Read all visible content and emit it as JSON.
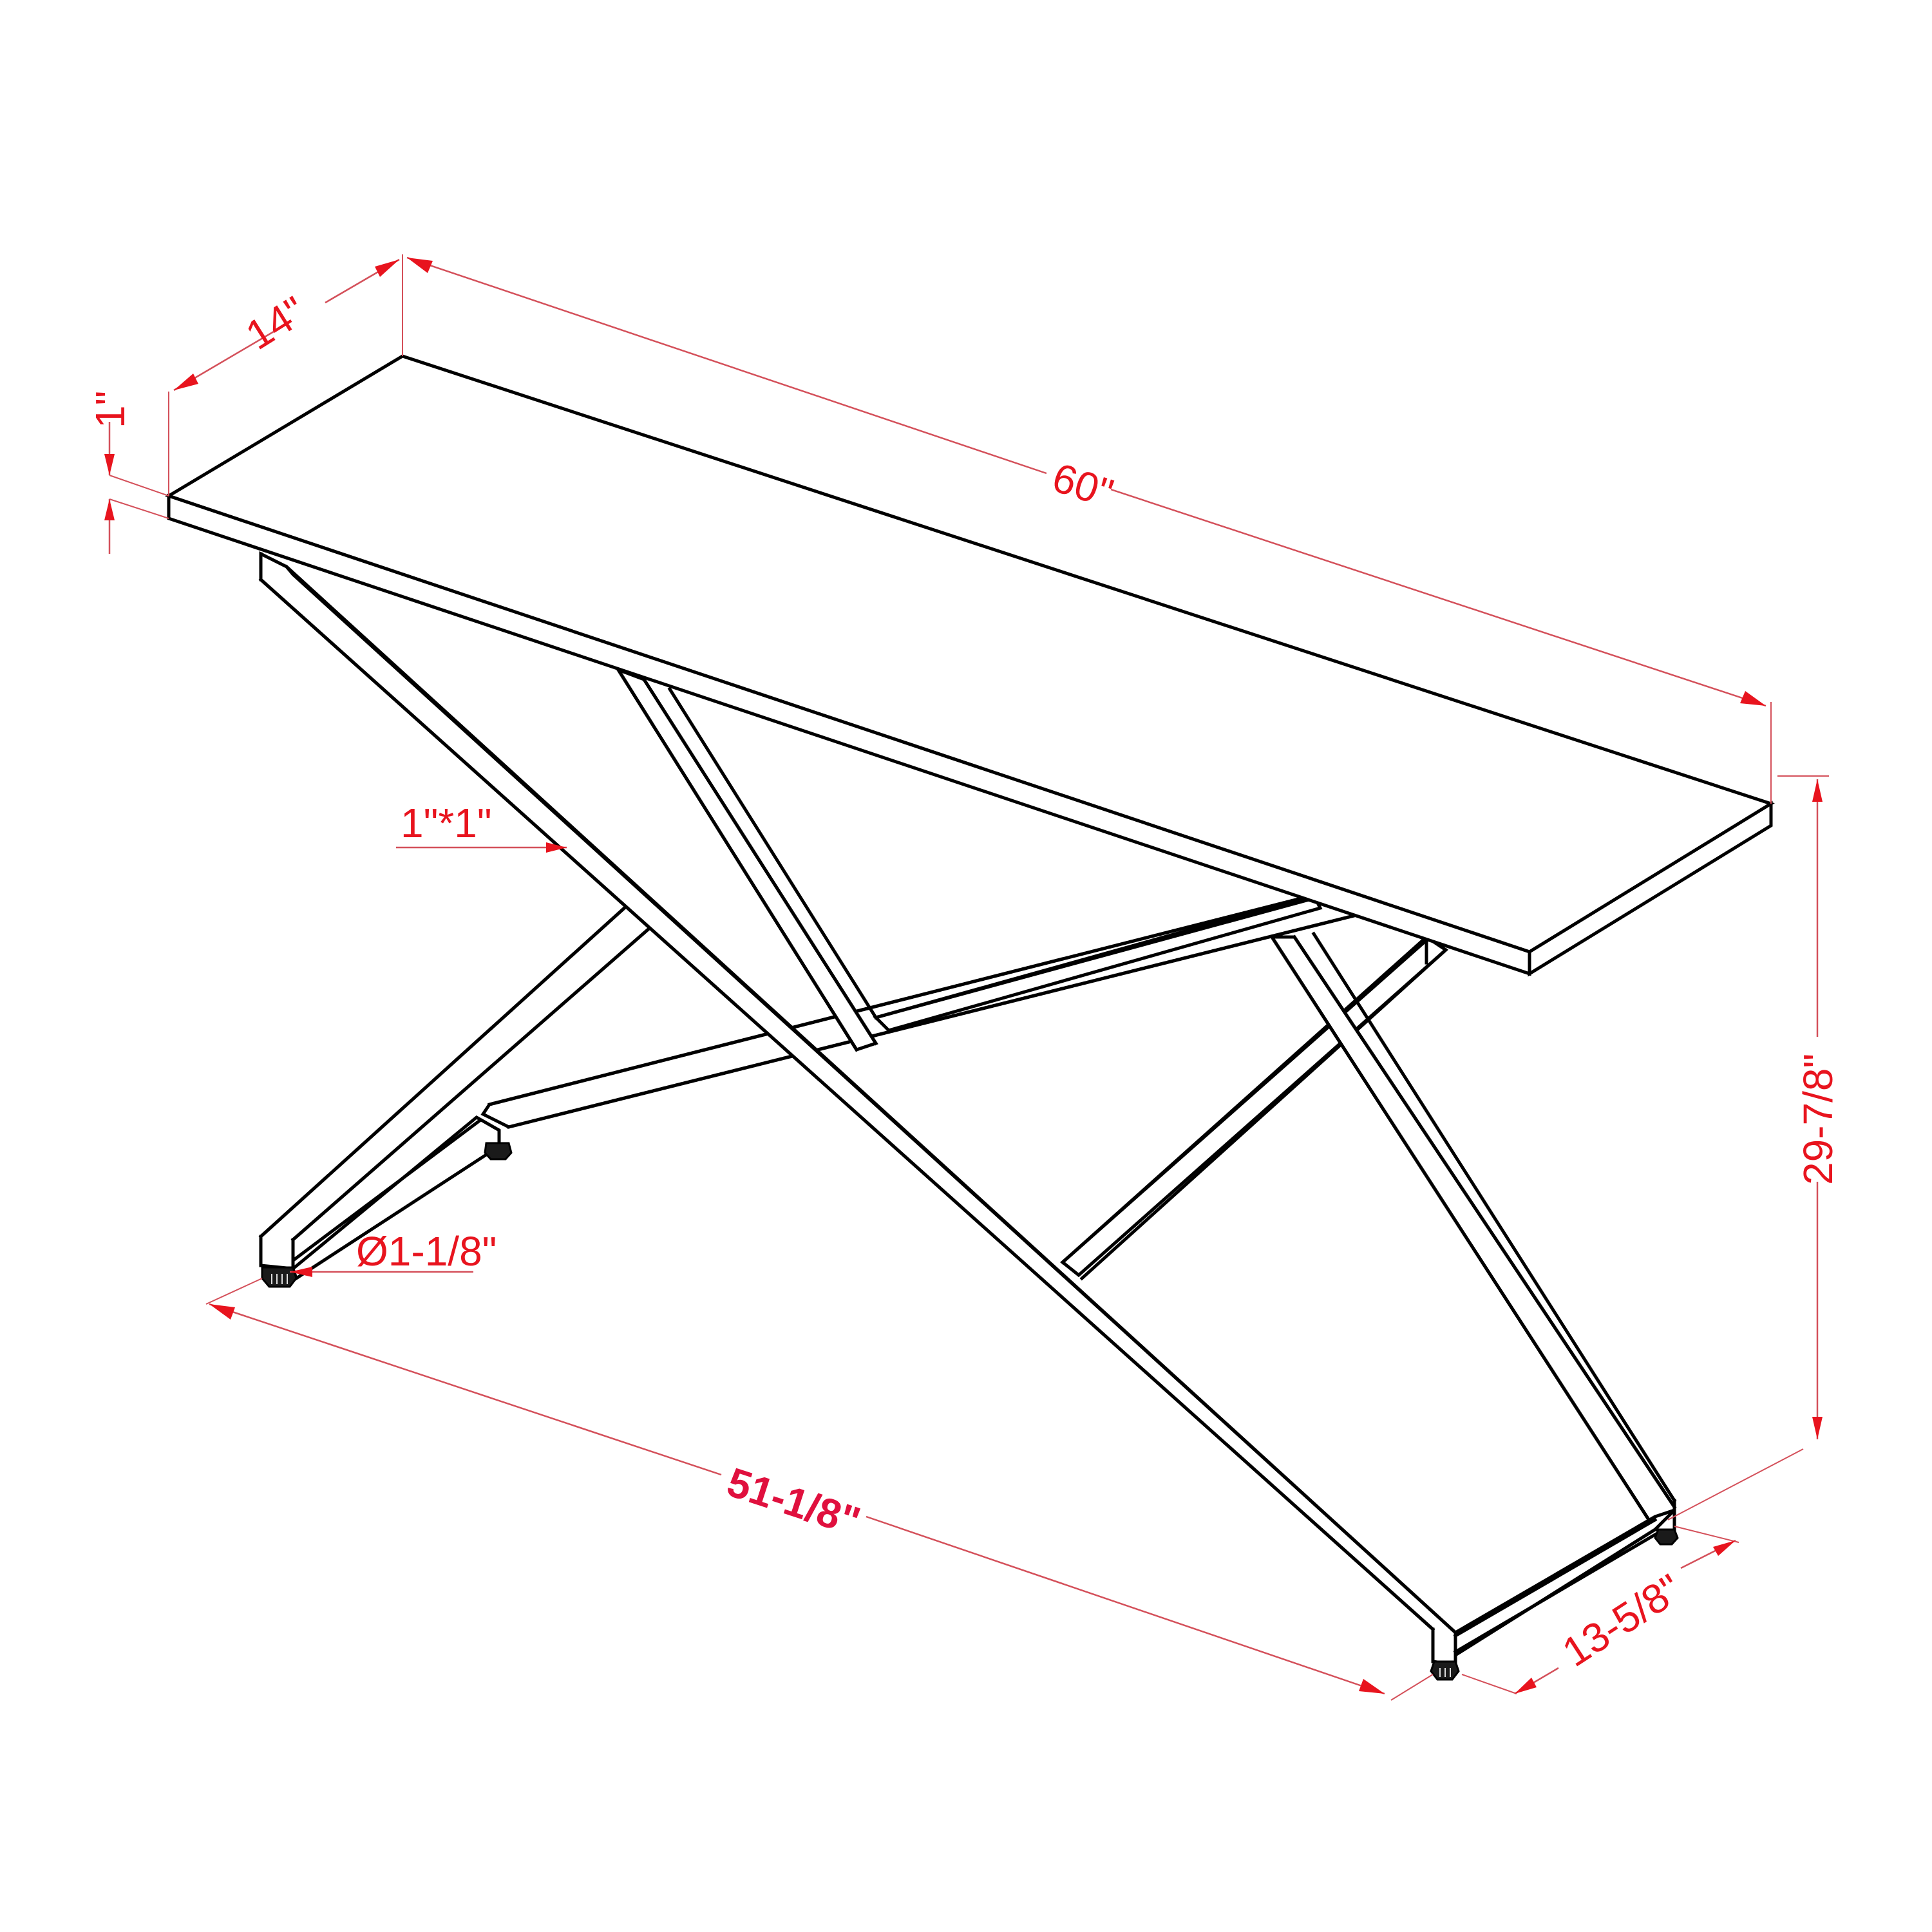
{
  "diagram": {
    "subject": "Console table with X-shaped metal frame",
    "view": "isometric",
    "colors": {
      "outline": "#000000",
      "dimension_text": "#e8141e",
      "dimension_line": "#d4505a",
      "background": "#ffffff"
    },
    "dimensions": {
      "top_length": "60\"",
      "top_depth": "14\"",
      "top_thickness": "1\"",
      "overall_height": "29-7/8\"",
      "base_length": "51-1/8\"",
      "base_depth": "13-5/8\"",
      "tube_profile": "1\"*1\"",
      "foot_diameter": "Ø1-1/8\""
    }
  }
}
